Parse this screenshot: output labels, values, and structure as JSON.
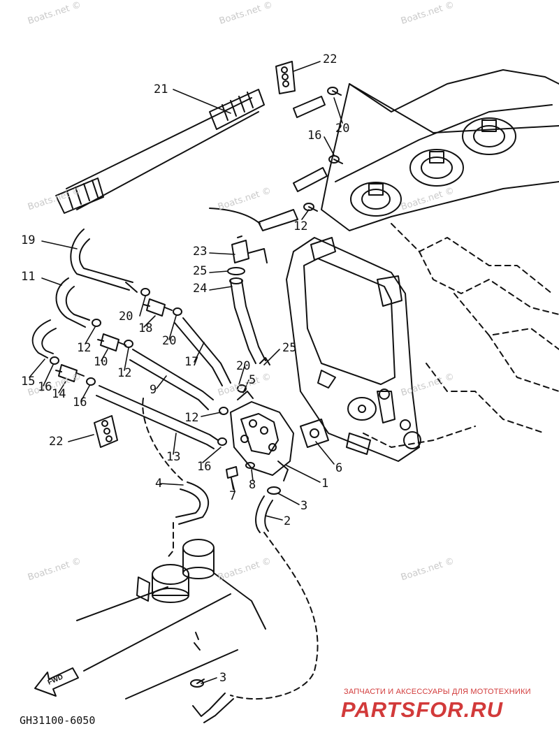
{
  "watermark": "Boats.net ©",
  "fwd_label": "FWD",
  "diagram_code": "GH31100-6050",
  "shop": {
    "tagline": "ЗАПЧАСТИ И АКСЕССУАРЫ ДЛЯ МОТОТЕХНИКИ",
    "logo": "PARTSFOR.RU",
    "color": "#d23a3a"
  },
  "callouts": [
    "22",
    "21",
    "20",
    "16",
    "12",
    "19",
    "11",
    "23",
    "25",
    "24",
    "20",
    "18",
    "20",
    "12",
    "10",
    "12",
    "17",
    "25",
    "15",
    "16",
    "14",
    "16",
    "9",
    "20",
    "5",
    "12",
    "22",
    "13",
    "16",
    "6",
    "4",
    "8",
    "7",
    "3",
    "2",
    "1",
    "3"
  ]
}
